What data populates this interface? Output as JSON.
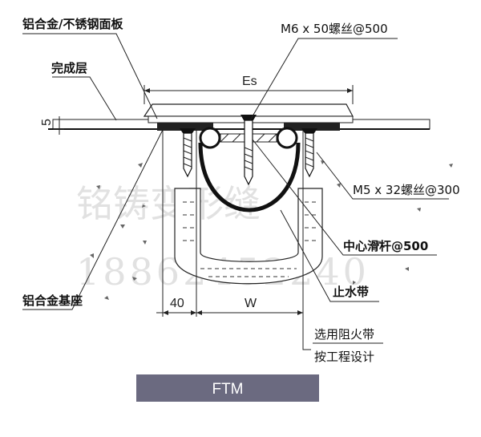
{
  "labels": {
    "panel": "铝合金/不锈钢面板",
    "screw_top": "M6 x 50螺丝@500",
    "finish_layer": "完成层",
    "es": "Es",
    "dim_5": "5",
    "screw_side": "M5 x 32螺丝@300",
    "center_bar": "中心滑杆@500",
    "base": "铝合金基座",
    "dim_40": "40",
    "dim_w": "W",
    "waterstop": "止水带",
    "fire_line1": "选用阻火带",
    "fire_line2": "按工程设计"
  },
  "watermark": {
    "line1": "铭铸变形缝",
    "line2": "18862452240"
  },
  "footer": {
    "model": "FTM",
    "bar_color": "#6b6a80"
  }
}
